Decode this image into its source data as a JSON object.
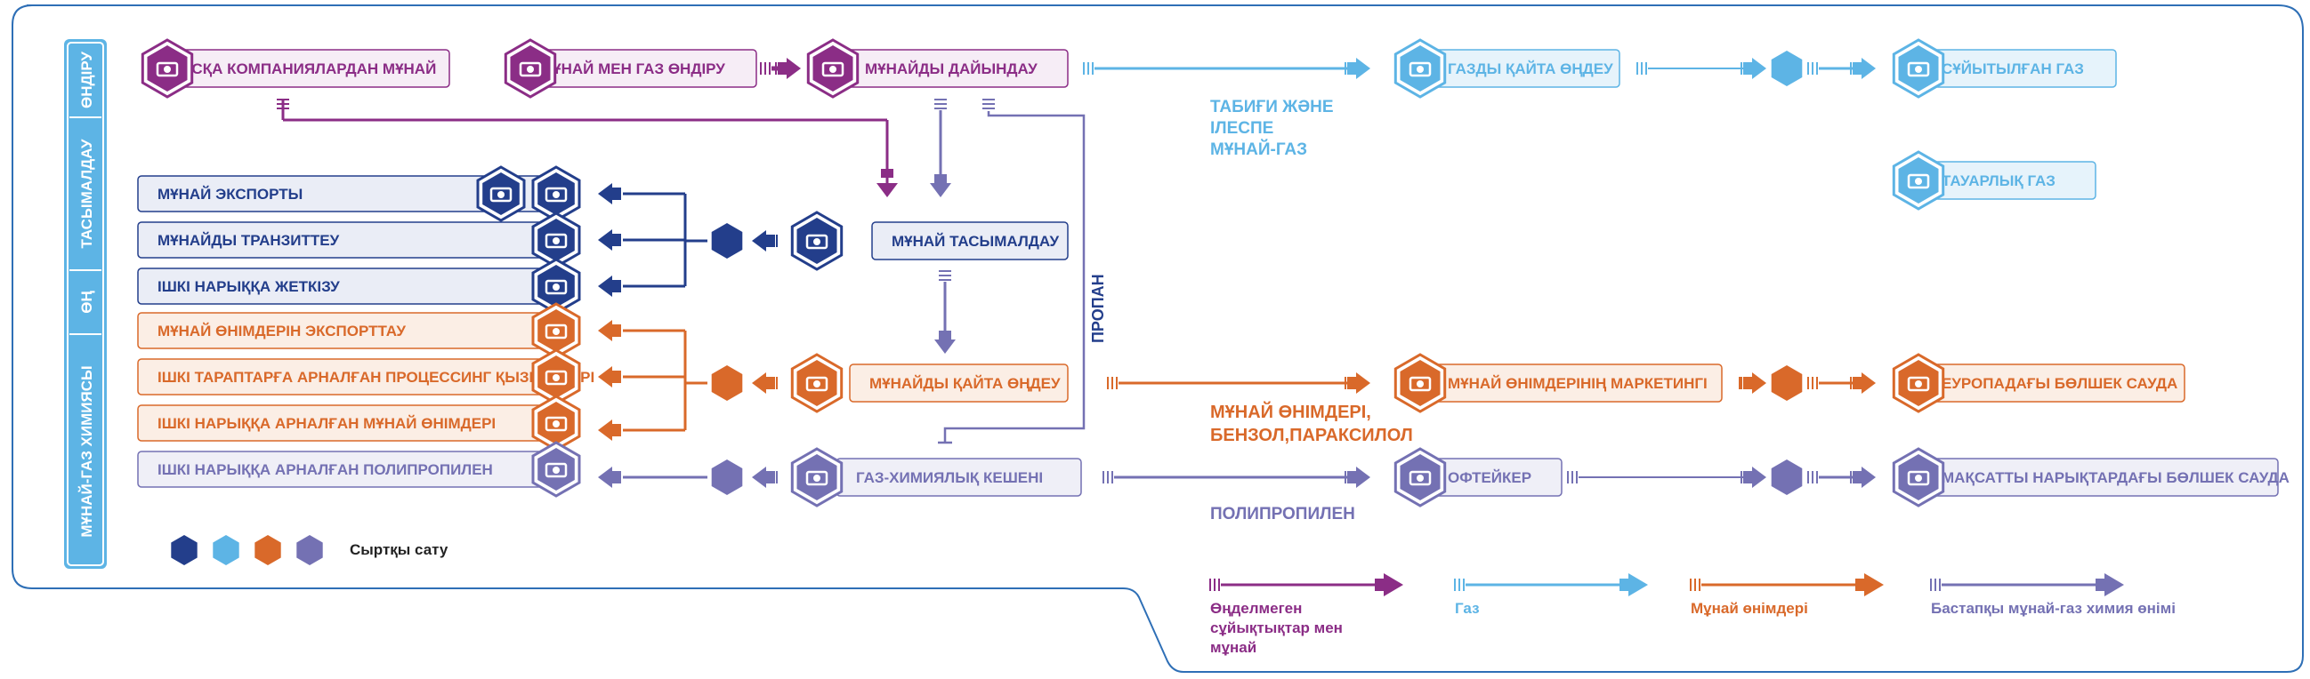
{
  "colors": {
    "purple": "#8B2D86",
    "purple_light": "#F6EDF6",
    "lightblue": "#5DB4E5",
    "lightblue_bg": "#E6F3FB",
    "navy": "#233E8B",
    "navy_bg": "#EAEDF6",
    "orange": "#D9692A",
    "orange_bg": "#FBEEE5",
    "violet": "#7471B3",
    "violet_bg": "#EFEFF7",
    "frame": "#2E6FB6",
    "sidebar": "#5DB4E5"
  },
  "sidebar": {
    "sections": [
      "ӨНДІРУ",
      "ТАСЫМАЛДАУ",
      "ӨҢ",
      "МҰНАЙ-ГАЗ ХИМИЯСЫ"
    ]
  },
  "nodes": {
    "other_companies_oil": {
      "label": "БАСҚА КОМПАНИЯЛАРДАН МҰНАЙ",
      "icon": "oil-pump-icon"
    },
    "oil_gas_production": {
      "label": "МҰНАЙ МЕН ГАЗ ӨНДІРУ",
      "icon": "oil-pump-icon"
    },
    "oil_preparation": {
      "label": "МҰНАЙДЫ ДАЙЫНДАУ",
      "icon": "refinery-tanks-icon"
    },
    "gas_processing": {
      "label": "ГАЗДЫ ҚАЙТА ӨҢДЕУ",
      "icon": "gas-plant-icon"
    },
    "liquefied_gas": {
      "label": "СҰЙЫТЫЛҒАН ГАЗ",
      "icon": "gas-cylinders-icon"
    },
    "commercial_gas": {
      "label": "ТАУАРЛЫҚ ГАЗ",
      "icon": "gas-valve-icon"
    },
    "oil_transport": {
      "label": "МҰНАЙ ТАСЫМАЛДАУ",
      "icon": "pipeline-icon"
    },
    "oil_refining": {
      "label": "МҰНАЙДЫ ҚАЙТА ӨҢДЕУ",
      "icon": "refinery-icon"
    },
    "gas_chemical": {
      "label": "ГАЗ-ХИМИЯЛЫҚ КЕШЕНІ",
      "icon": "chemical-plant-icon"
    },
    "oil_products_marketing": {
      "label": "МҰНАЙ ӨНІМДЕРІНІҢ МАРКЕТИНГІ",
      "icon": "tank-truck-icon"
    },
    "offtaker": {
      "label": "ОФТЕЙКЕР",
      "icon": "mining-truck-icon"
    },
    "europe_retail": {
      "label": "ЕУРОПАДАҒЫ БӨЛШЕК САУДА",
      "icon": "fuel-pump-icon"
    },
    "target_markets_retail": {
      "label": "МАҚСАТТЫ НАРЫҚТАРДАҒЫ БӨЛШЕК САУДА",
      "icon": "molecule-icon"
    }
  },
  "left_boxes": [
    {
      "label": "МҰНАЙ ЭКСПОРТЫ",
      "icons": [
        "tanker-ship-icon",
        "pipeline-valve-icon"
      ]
    },
    {
      "label": "МҰНАЙДЫ ТРАНЗИТТЕУ",
      "icons": [
        "pipeline-valve-icon"
      ]
    },
    {
      "label": "ІШКІ НАРЫҚҚА ЖЕТКІЗУ",
      "icons": [
        "pipeline-valve-icon"
      ]
    },
    {
      "label": "МҰНАЙ ӨНІМДЕРІН ЭКСПОРТТАУ",
      "icons": [
        "tank-car-icon"
      ]
    },
    {
      "label": "ІШКІ ТАРАПТАРҒА АРНАЛҒАН ПРОЦЕССИНГ ҚЫЗМЕТТЕРІ",
      "icons": [
        "refinery-icon"
      ]
    },
    {
      "label": "ІШКІ НАРЫҚҚА АРНАЛҒАН МҰНАЙ ӨНІМДЕРІ",
      "icons": [
        "tank-car-icon"
      ]
    },
    {
      "label": "ІШКІ НАРЫҚҚА АРНАЛҒАН ПОЛИПРОПИЛЕН",
      "icons": [
        "molecule-icon"
      ]
    }
  ],
  "flow_labels": {
    "natural_gas": [
      "ТАБИҒИ ЖӘНЕ",
      "ІЛЕСПЕ",
      "МҰНАЙ-ГАЗ"
    ],
    "propane": "ПРОПАН",
    "oil_products": [
      "МҰНАЙ ӨНІМДЕРІ,",
      "БЕНЗОЛ,ПАРАКСИЛОЛ"
    ],
    "polypropylene": "ПОЛИПРОПИЛЕН"
  },
  "external_sales_label": "Сыртқы сату",
  "legend": [
    {
      "label": [
        "Өңделмеген",
        "сұйықтықтар мен",
        "мұнай"
      ],
      "color": "#8B2D86"
    },
    {
      "label": [
        "Газ"
      ],
      "color": "#5DB4E5"
    },
    {
      "label": [
        "Мұнай өнімдері"
      ],
      "color": "#D9692A"
    },
    {
      "label": [
        "Бастапқы мұнай-газ химия өнімі"
      ],
      "color": "#7471B3"
    }
  ]
}
